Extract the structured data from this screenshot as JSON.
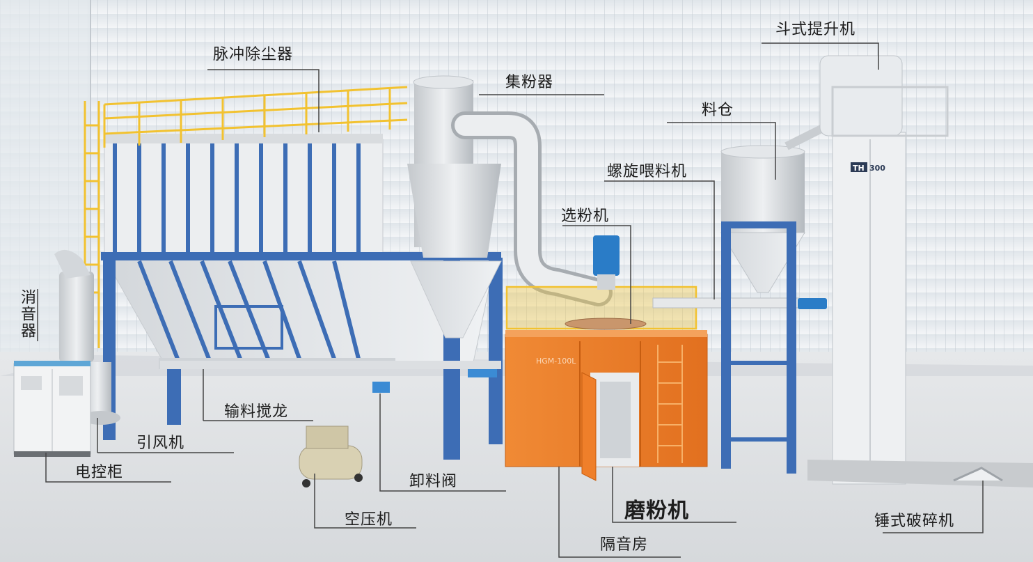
{
  "labels": {
    "dust_collector": "脉冲除尘器",
    "cyclone": "集粉器",
    "bucket_elevator": "斗式提升机",
    "silo": "料仓",
    "screw_feeder": "螺旋喂料机",
    "classifier": "选粉机",
    "silencer": "消音器",
    "conveyor_auger": "输料搅龙",
    "fan": "引风机",
    "control_cabinet": "电控柜",
    "discharge_valve": "卸料阀",
    "air_compressor": "空压机",
    "grinding_mill": "磨粉机",
    "soundproof_room": "隔音房",
    "hammer_crusher": "锤式破碎机"
  },
  "nameplates": {
    "mill_model": "HGM-100L",
    "elevator_model_prefix": "TH",
    "elevator_model_number": "300"
  },
  "colors": {
    "steel_blue": "#3d6db5",
    "railing_yellow": "#f2c230",
    "enclosure_orange": "#ef7f2a",
    "equipment_white": "#e4e7ea",
    "floor": "#dfe2e5"
  }
}
